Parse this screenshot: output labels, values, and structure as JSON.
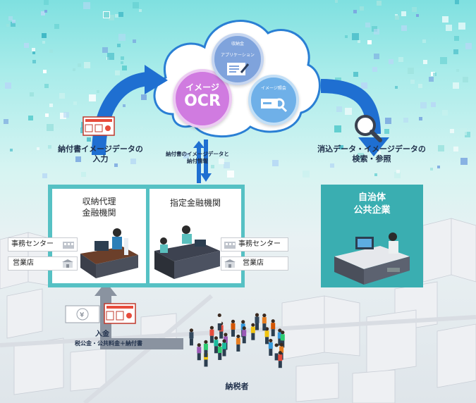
{
  "cloud": {
    "ocr": {
      "line1": "イメージ",
      "line2": "OCR"
    },
    "app": {
      "line1": "収納金",
      "line2": "アプリケーション"
    },
    "ref": {
      "line1": "イメージ照会"
    }
  },
  "labels": {
    "upload": "納付書イメージデータの",
    "upload2": "入力",
    "transfer": "納付書のイメージデータと",
    "transfer2": "納付情報",
    "search": "消込データ・イメージデータの",
    "search2": "検索・参照",
    "deposit": "入金",
    "deposit_detail": "税公金・公共料金＋納付書",
    "taxpayer": "納税者"
  },
  "agent": {
    "title1": "収納代理",
    "title2": "金融機関"
  },
  "bank": {
    "title": "指定金融機関"
  },
  "government": {
    "title1": "自治体",
    "title2": "公共企業"
  },
  "tags_left": [
    {
      "label": "事務センター",
      "icon": "office-building-icon"
    },
    {
      "label": "営業店",
      "icon": "branch-store-icon"
    }
  ],
  "tags_right": [
    {
      "label": "事務センター",
      "icon": "office-building-icon"
    },
    {
      "label": "営業店",
      "icon": "branch-store-icon"
    }
  ],
  "colors": {
    "arrow": "#1f6fd1",
    "panel": "#56c1c4",
    "gov": "#3aaeb1",
    "ocr": "#d07be0",
    "app": "#7fa3dc",
    "ref": "#6fb0e8"
  }
}
